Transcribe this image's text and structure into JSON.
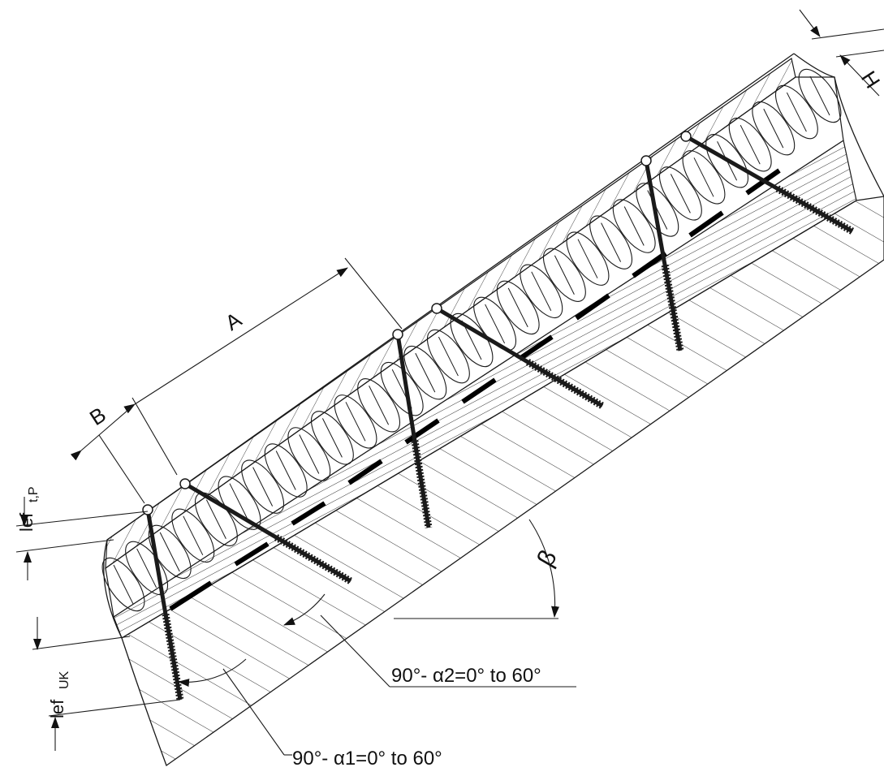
{
  "diagram": {
    "labels": {
      "A": "A",
      "B": "B",
      "H": "H",
      "beta": "β",
      "lef_tl_main": "lef",
      "lef_tl_sub": "t,P",
      "lef_uk_main": "lef",
      "lef_uk_sub": "UK",
      "angle2": "90°- α2=0° to 60°",
      "angle1": "90°- α1=0° to 60°"
    },
    "colors": {
      "line": "#1a1a1a",
      "membrane": "#000000",
      "background": "#ffffff"
    },
    "icons": {
      "screw": "screw-icon",
      "arrow": "arrow-icon"
    }
  }
}
